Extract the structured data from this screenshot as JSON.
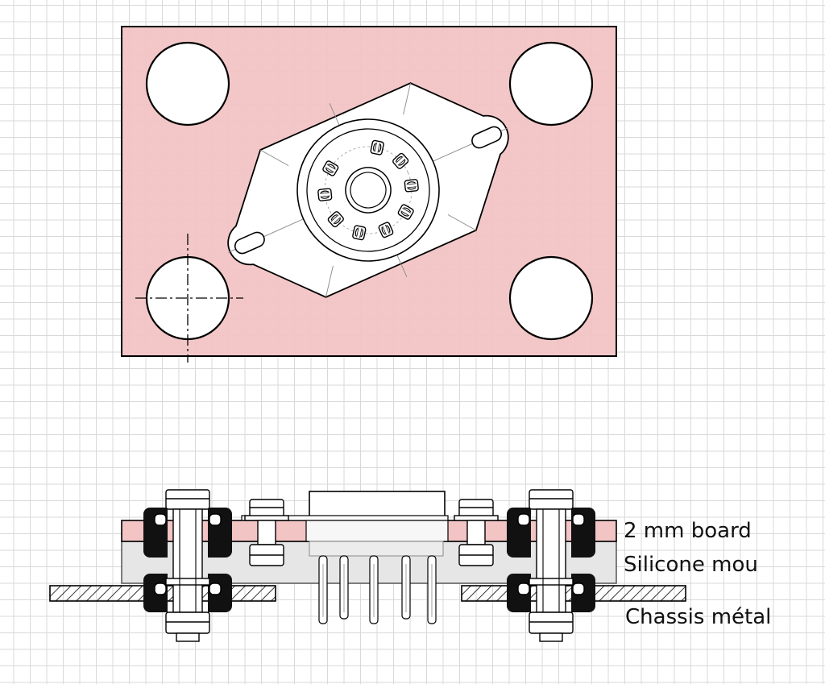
{
  "labels": {
    "board": "2 mm board",
    "silicone": "Silicone mou",
    "chassis": "Chassis métal"
  },
  "colors": {
    "board_fill": "#f2c4c4",
    "silicone_fill": "#e6e6e6",
    "outline": "#000000",
    "grid": "#d9d9d9",
    "gasket": "#111111"
  },
  "socket": {
    "pin_count": 9
  }
}
